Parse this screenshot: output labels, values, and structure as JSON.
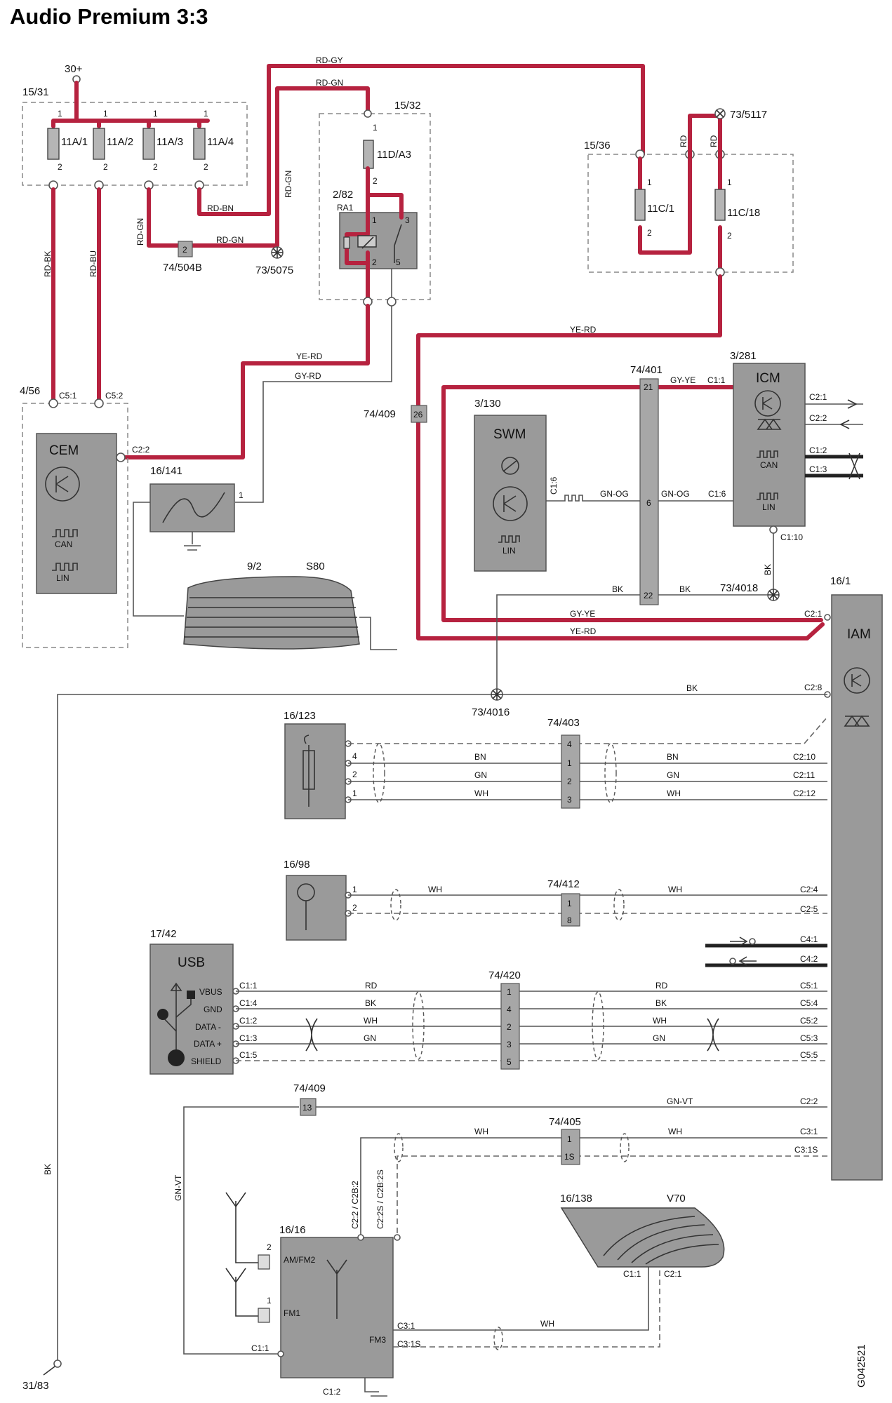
{
  "title": "Audio Premium 3:3",
  "code": "G042521",
  "labels": {
    "p30": "30+",
    "c1531": "15/31",
    "f1": "11A/1",
    "f2": "11A/2",
    "f3": "11A/3",
    "f4": "11A/4",
    "c1532": "15/32",
    "f11d": "11D/A3",
    "r282": "2/82",
    "ra1": "RA1",
    "c1536": "15/36",
    "f11c1": "11C/1",
    "f11c18": "11C/18",
    "g735117": "73/5117",
    "g735075": "73/5075",
    "c74504b": "74/504B",
    "c456": "4/56",
    "cem": "CEM",
    "c16141": "16/141",
    "c92": "9/2",
    "s80": "S80",
    "c74409": "74/409",
    "p26": "26",
    "c3130": "3/130",
    "swm": "SWM",
    "c74401": "74/401",
    "c3281": "3/281",
    "icm": "ICM",
    "g734018": "73/4018",
    "c161": "16/1",
    "iam": "IAM",
    "g734016": "73/4016",
    "c16123": "16/123",
    "c74403": "74/403",
    "c1698": "16/98",
    "c74412": "74/412",
    "c1742": "17/42",
    "usb": "USB",
    "c74420": "74/420",
    "c74409b": "74/409",
    "p13": "13",
    "c74405": "74/405",
    "c16138": "16/138",
    "v70": "V70",
    "c1616": "16/16",
    "g3183": "31/83",
    "can": "CAN",
    "lin": "LIN",
    "vbus": "VBUS",
    "gnd": "GND",
    "datam": "DATA -",
    "datap": "DATA +",
    "shield": "SHIELD",
    "amfm2": "AM/FM2",
    "fm1": "FM1",
    "fm3": "FM3"
  },
  "wires": {
    "rdgy": "RD-GY",
    "rdgn": "RD-GN",
    "rdgn2": "RD-GN",
    "rdgn3": "RD-GN",
    "rdgn4": "RD-GN",
    "rdbn": "RD-BN",
    "rdbk": "RD-BK",
    "rdbu": "RD-BU",
    "rd1": "RD",
    "rd2": "RD",
    "yerd1": "YE-RD",
    "gyrd": "GY-RD",
    "yerd2": "YE-RD",
    "yerd3": "YE-RD",
    "gyye1": "GY-YE",
    "gyye2": "GY-YE",
    "gnog1": "GN-OG",
    "gnog2": "GN-OG",
    "bk1": "BK",
    "bk2": "BK",
    "bk3": "BK",
    "bk4": "BK",
    "bk5": "BK",
    "bn1": "BN",
    "bn2": "BN",
    "gn1": "GN",
    "gn2": "GN",
    "wh1": "WH",
    "wh2": "WH",
    "wh3": "WH",
    "wh4": "WH",
    "rd3": "RD",
    "rd4": "RD",
    "bk6": "BK",
    "bk7": "BK",
    "wh5": "WH",
    "wh6": "WH",
    "gn3": "GN",
    "gn4": "GN",
    "gnvt1": "GN-VT",
    "gnvt2": "GN-VT",
    "wh7": "WH",
    "wh8": "WH",
    "wh9": "WH"
  },
  "pins": {
    "c51": "C5:1",
    "c52": "C5:2",
    "c22": "C2:2",
    "c11": "C1:1",
    "c16": "C1:6",
    "c16b": "C1:6",
    "c110": "C1:10",
    "c21": "C2:1",
    "c22b": "C2:2",
    "c12": "C1:2",
    "c13": "C1:3",
    "iam_c21": "C2:1",
    "iam_c28": "C2:8",
    "c210": "C2:10",
    "c211": "C2:11",
    "c212": "C2:12",
    "c24": "C2:4",
    "c25": "C2:5",
    "c41": "C4:1",
    "c42": "C4:2",
    "c551": "C5:1",
    "c54": "C5:4",
    "c552": "C5:2",
    "c53": "C5:3",
    "c55": "C5:5",
    "usb_c11": "C1:1",
    "usb_c14": "C1:4",
    "usb_c12": "C1:2",
    "usb_c13": "C1:3",
    "usb_c15": "C1:5",
    "iam_c22": "C2:2",
    "c31": "C3:1",
    "c31s": "C3:1S",
    "v_c22": "C2:2 / C2B:2",
    "v_c22s": "C2:2S / C2B:2S",
    "fm_c31": "C3:1",
    "fm_c31s": "C3:1S",
    "fm_c11": "C1:1",
    "fm_c12": "C1:2",
    "v70_c11": "C1:1",
    "v70_c21": "C2:1",
    "n1": "1",
    "n2": "2",
    "n3": "3",
    "n4": "4",
    "n5": "5",
    "n6": "6",
    "n8": "8",
    "n21": "21",
    "n22": "22",
    "n1s": "1S"
  }
}
